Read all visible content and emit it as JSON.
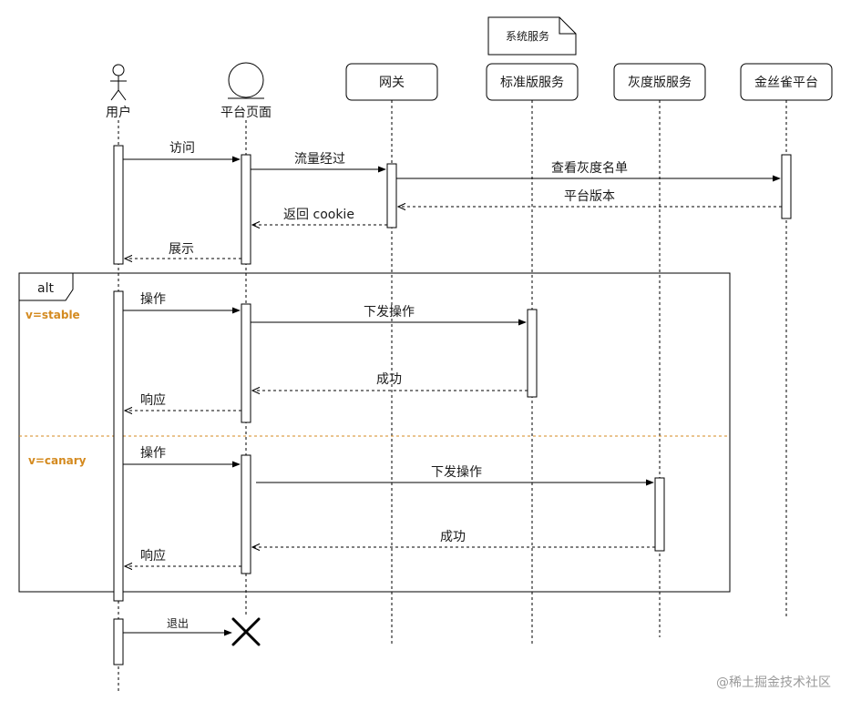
{
  "note": "系统服务",
  "participants": {
    "user": "用户",
    "page": "平台页面",
    "gateway": "网关",
    "standard": "标准版服务",
    "gray": "灰度版服务",
    "platform": "金丝雀平台"
  },
  "messages": {
    "m1": "访问",
    "m2": "流量经过",
    "m3": "查看灰度名单",
    "m4": "平台版本",
    "m5": "返回  cookie",
    "m6": "展示",
    "m7": "操作",
    "m8": "下发操作",
    "m9": "成功",
    "m10": "响应",
    "m11": "操作",
    "m12": "下发操作",
    "m13": "成功",
    "m14": "响应",
    "m15": "退出"
  },
  "alt": {
    "label": "alt",
    "cond1": "v=stable",
    "cond2": "v=canary",
    "cond_color": "#d48a1f"
  },
  "watermark": "@稀土掘金技术社区"
}
